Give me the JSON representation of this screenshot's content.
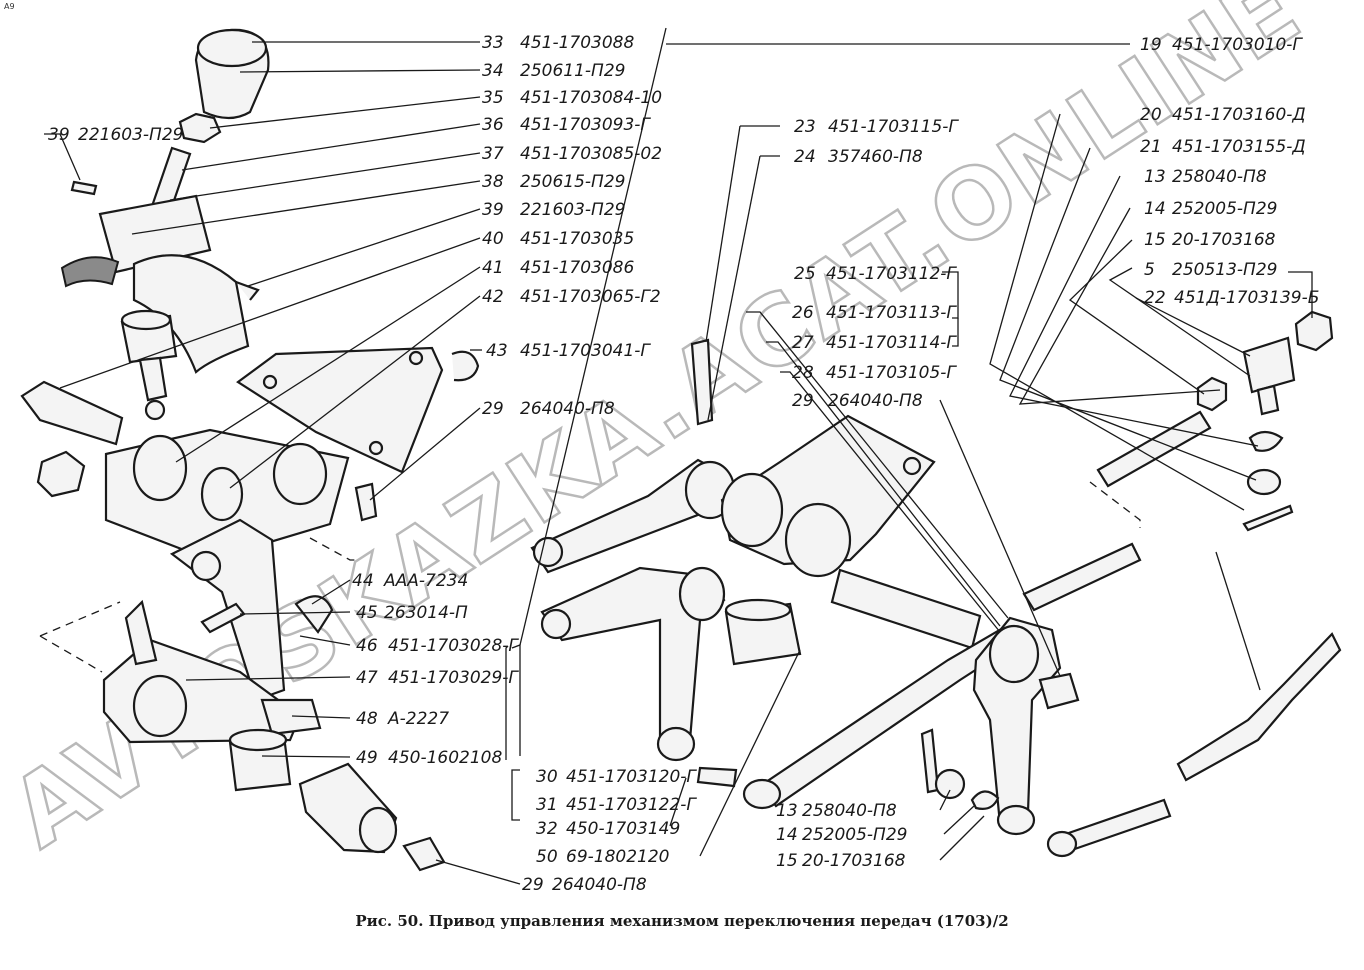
{
  "corner_mark": "А9",
  "caption": "Рис. 50. Привод управления механизмом переключения передач (1703)/2",
  "watermark": "AVTOSKAZKA.ACAT.ONLINE",
  "callouts": [
    {
      "num": "33",
      "part": "451-1703088"
    },
    {
      "num": "34",
      "part": "250611-П29"
    },
    {
      "num": "35",
      "part": "451-1703084-10"
    },
    {
      "num": "36",
      "part": "451-1703093-Г"
    },
    {
      "num": "37",
      "part": "451-1703085-02"
    },
    {
      "num": "38",
      "part": "250615-П29"
    },
    {
      "num": "39",
      "part": "221603-П29"
    },
    {
      "num": "40",
      "part": "451-1703035"
    },
    {
      "num": "41",
      "part": "451-1703086"
    },
    {
      "num": "42",
      "part": "451-1703065-Г2"
    },
    {
      "num": "43",
      "part": "451-1703041-Г"
    },
    {
      "num": "29",
      "part": "264040-П8"
    },
    {
      "num": "39",
      "part": "221603-П29"
    },
    {
      "num": "44",
      "part": "ААА-7234"
    },
    {
      "num": "45",
      "part": "263014-П"
    },
    {
      "num": "46",
      "part": "451-1703028-Г"
    },
    {
      "num": "47",
      "part": "451-1703029-Г"
    },
    {
      "num": "48",
      "part": "А-2227"
    },
    {
      "num": "49",
      "part": "450-1602108"
    },
    {
      "num": "29",
      "part": "264040-П8"
    },
    {
      "num": "30",
      "part": "451-1703120-Г"
    },
    {
      "num": "31",
      "part": "451-1703122-Г"
    },
    {
      "num": "32",
      "part": "450-1703149"
    },
    {
      "num": "50",
      "part": "69-1802120"
    },
    {
      "num": "23",
      "part": "451-1703115-Г"
    },
    {
      "num": "24",
      "part": "357460-П8"
    },
    {
      "num": "25",
      "part": "451-1703112-Г"
    },
    {
      "num": "26",
      "part": "451-1703113-Г"
    },
    {
      "num": "27",
      "part": "451-1703114-Г"
    },
    {
      "num": "28",
      "part": "451-1703105-Г"
    },
    {
      "num": "29",
      "part": "264040-П8"
    },
    {
      "num": "13",
      "part": "258040-П8"
    },
    {
      "num": "14",
      "part": "252005-П29"
    },
    {
      "num": "15",
      "part": "20-1703168"
    },
    {
      "num": "19",
      "part": "451-1703010-Г"
    },
    {
      "num": "20",
      "part": "451-1703160-Д"
    },
    {
      "num": "21",
      "part": "451-1703155-Д"
    },
    {
      "num": "13",
      "part": "258040-П8"
    },
    {
      "num": "14",
      "part": "252005-П29"
    },
    {
      "num": "15",
      "part": "20-1703168"
    },
    {
      "num": "5",
      "part": "250513-П29"
    },
    {
      "num": "22",
      "part": "451Д-1703139-Б"
    }
  ]
}
